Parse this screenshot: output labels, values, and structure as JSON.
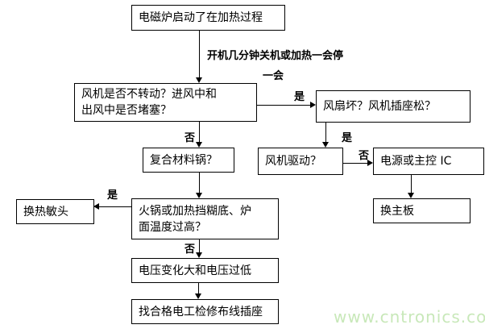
{
  "diagram": {
    "nodes": {
      "start": {
        "label": "电磁炉启动了在加热过程"
      },
      "fan_check": {
        "line1": "风机是否不转动？进风中和",
        "line2": "出风中是否堵塞？"
      },
      "fan_broken": {
        "label": "风扇坏？风机插座松？"
      },
      "composite_pot": {
        "label": "复合材料锅？"
      },
      "fan_drive": {
        "label": "风机驱动？"
      },
      "power_ic": {
        "label": "电源或主控 IC"
      },
      "replace_sensor": {
        "label": "换热敏头"
      },
      "pot_overheat": {
        "line1": "火锅或加热挡糊底、炉",
        "line2": "面温度过高？"
      },
      "replace_board": {
        "label": "换主板"
      },
      "voltage": {
        "label": "电压变化大和电压过低"
      },
      "electrician": {
        "label": "找合格电工检修布线插座"
      }
    },
    "annotations": {
      "symptom_line1": "开机几分钟关机或加热一会停",
      "symptom_line2": "一会"
    },
    "edge_labels": {
      "yes_fan_broken": "是",
      "no_composite": "否",
      "yes_fan_drive": "是",
      "no_power_ic": "否",
      "yes_sensor": "是",
      "no_voltage": "否"
    },
    "watermark": {
      "text": "www.cntronics.com",
      "color": "#c8e8b9"
    },
    "colors": {
      "line": "#000000",
      "box_border": "#000000",
      "background": "#ffffff",
      "text": "#000000"
    }
  }
}
